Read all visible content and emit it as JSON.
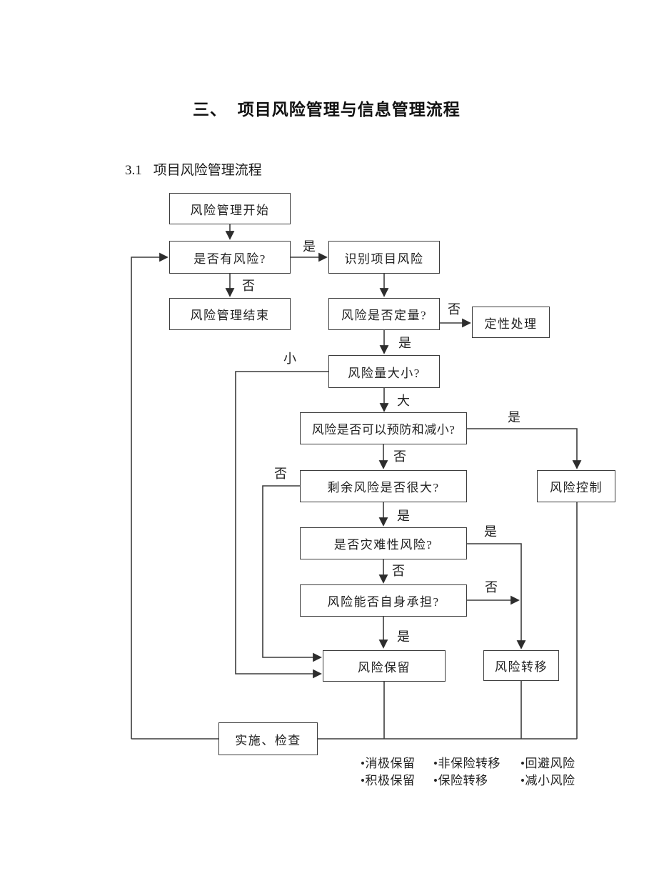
{
  "document": {
    "title": "三、  项目风险管理与信息管理流程",
    "section_number": "3.1",
    "section_title": "项目风险管理流程"
  },
  "flowchart": {
    "nodes": {
      "start": "风险管理开始",
      "has_risk": "是否有风险?",
      "identify": "识别项目风险",
      "finish": "风险管理结束",
      "quantify": "风险是否定量?",
      "qualitative": "定性处理",
      "magnitude": "风险量大小?",
      "prevent": "风险是否可以预防和减小?",
      "control": "风险控制",
      "residual": "剩余风险是否很大?",
      "catastrophic": "是否灾难性风险?",
      "self_bear": "风险能否自身承担?",
      "retain": "风险保留",
      "transfer": "风险转移",
      "implement": "实施、检查"
    },
    "edge_labels": {
      "has_risk_yes": "是",
      "has_risk_no": "否",
      "quantify_no": "否",
      "quantify_yes": "是",
      "magnitude_small": "小",
      "magnitude_large": "大",
      "prevent_yes": "是",
      "prevent_no": "否",
      "residual_no": "否",
      "residual_yes": "是",
      "catastrophic_yes": "是",
      "catastrophic_no": "否",
      "self_bear_no": "否",
      "self_bear_yes": "是"
    },
    "legend": {
      "retain_options": [
        "•消极保留",
        "•积极保留"
      ],
      "transfer_options": [
        "•非保险转移",
        "•保险转移"
      ],
      "avoid_options": [
        "•回避风险",
        "•减小风险"
      ]
    },
    "line_color": "#3c3c3c",
    "text_color": "#222222"
  }
}
